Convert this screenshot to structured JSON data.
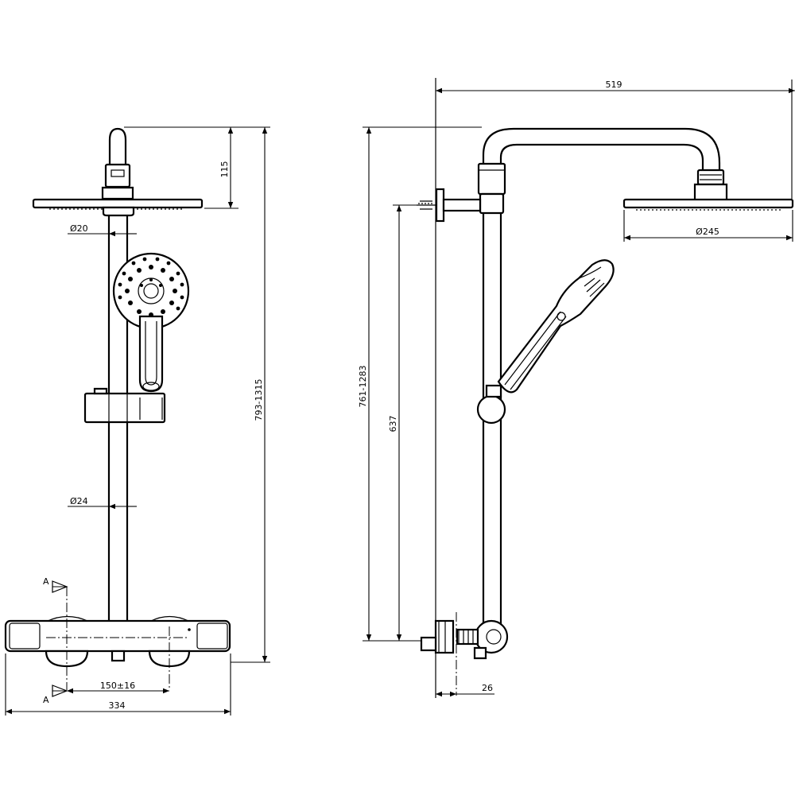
{
  "dimensions": {
    "head_drop": "115",
    "arm_diameter": "Ø20",
    "rail_diameter": "Ø24",
    "total_height": "793-1315",
    "inlet_spacing": "150±16",
    "mixer_width": "334",
    "projection": "519",
    "head_diameter": "Ø245",
    "rail_height": "761-1283",
    "bracket_height": "637",
    "wall_offset": "26"
  },
  "section_marks": {
    "top": "A",
    "bottom": "A"
  }
}
